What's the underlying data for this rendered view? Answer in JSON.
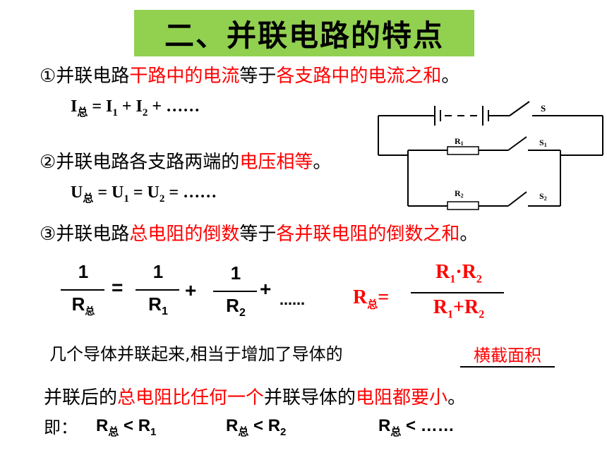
{
  "title": "二、并联电路的特点",
  "point1": {
    "lead": "①并联电路",
    "red1": "干路中的电流",
    "mid": "等于",
    "red2": "各支路中的电流之和",
    "tail": "。"
  },
  "formula1": {
    "lhs": "I",
    "lhs_sub": "总",
    "eq": " = I",
    "s1": "1",
    "plus": " + I",
    "s2": "2",
    "rest": " + ……"
  },
  "point2": {
    "lead": "②并联电路各支路两端的",
    "red": "电压相等",
    "tail": "。"
  },
  "formula2": {
    "lhs": "U",
    "lhs_sub": "总",
    "eq": " = U",
    "s1": "1",
    "eq2": " = U",
    "s2": "2",
    "rest": " = ……"
  },
  "point3": {
    "lead": "③并联电路",
    "red1": "总电阻的倒数",
    "mid": "等于",
    "red2": "各并联电阻的倒数之和",
    "tail": "。"
  },
  "circuit": {
    "switch_main": "S",
    "r1": "R",
    "r1_sub": "1",
    "s1": "S",
    "s1_sub": "1",
    "r2": "R",
    "r2_sub": "2",
    "s2": "S",
    "s2_sub": "2"
  },
  "reciprocal": {
    "num": "1",
    "den1": "R",
    "den1_sub": "总",
    "den2": "R",
    "den2_sub": "1",
    "den3": "R",
    "den3_sub": "2",
    "eq": "=",
    "plus1": "+",
    "plus2": "+",
    "ellipsis": "……"
  },
  "product_formula": {
    "lhs": "R",
    "lhs_sub": "总",
    "eq": "=",
    "num": "R",
    "num_s1": "1",
    "dot": "·R",
    "num_s2": "2",
    "den": "R",
    "den_s1": "1",
    "den_plus": "+R",
    "den_s2": "2"
  },
  "conclusion1": {
    "text": "几个导体并联起来,相当于增加了导体的",
    "answer": "横截面积"
  },
  "conclusion2": {
    "lead": "并联后的",
    "red1": "总电阻比任何一个",
    "mid": "并联导体的",
    "red2": "电阻都要小",
    "tail": "。"
  },
  "inequality": {
    "prefix": "即：",
    "a": "R",
    "a_sub": "总",
    "a_rest": " < R",
    "a_s": "1",
    "b": "R",
    "b_sub": "总",
    "b_rest": " < R",
    "b_s": "2",
    "c": "R",
    "c_sub": "总",
    "c_rest": " < ……"
  },
  "colors": {
    "title_bg": "#92d050",
    "highlight": "#ff0000",
    "text": "#000000"
  }
}
